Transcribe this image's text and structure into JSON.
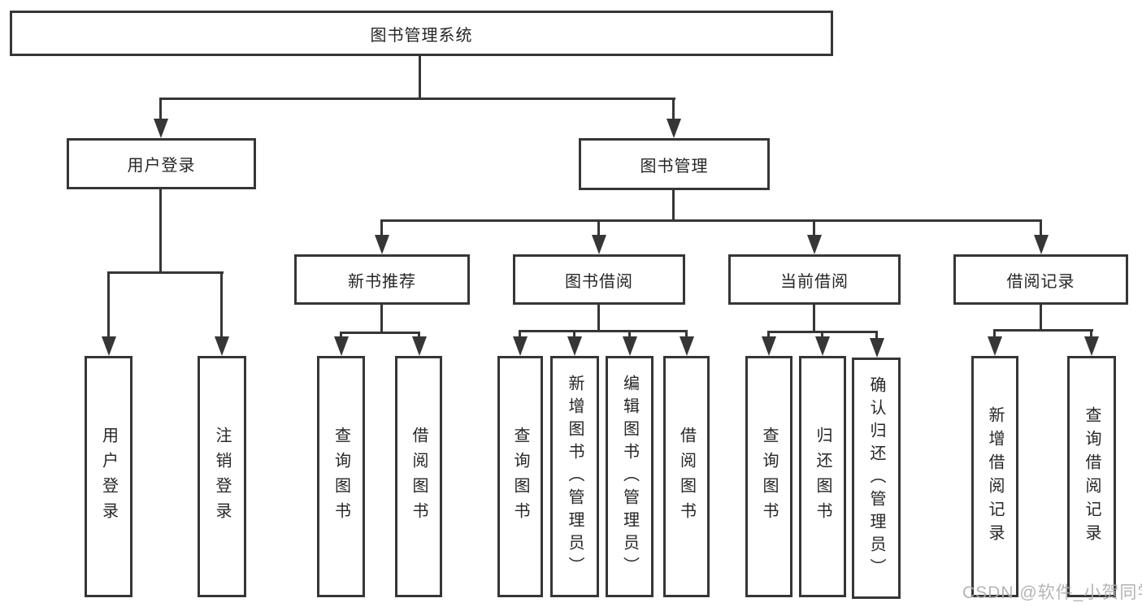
{
  "diagram": {
    "type": "org-tree",
    "root": {
      "label": "图书管理系统"
    },
    "branches": [
      {
        "label": "用户登录",
        "children": [
          {
            "label": "用户登录"
          },
          {
            "label": "注销登录"
          }
        ]
      },
      {
        "label": "图书管理",
        "children": [
          {
            "label": "新书推荐",
            "children": [
              {
                "label": "查询图书"
              },
              {
                "label": "借阅图书"
              }
            ]
          },
          {
            "label": "图书借阅",
            "children": [
              {
                "label": "查询图书"
              },
              {
                "label": "新增图书（管理员）"
              },
              {
                "label": "编辑图书（管理员）"
              },
              {
                "label": "借阅图书"
              }
            ]
          },
          {
            "label": "当前借阅",
            "children": [
              {
                "label": "查询图书"
              },
              {
                "label": "归还图书"
              },
              {
                "label": "确认归还（管理员）"
              }
            ]
          },
          {
            "label": "借阅记录",
            "children": [
              {
                "label": "新增借阅记录"
              },
              {
                "label": "查询借阅记录"
              }
            ]
          }
        ]
      }
    ]
  },
  "watermark": {
    "text": "CSDN @软件_小贺同学"
  },
  "colors": {
    "line": "#363636",
    "box_border": "#363636",
    "text": "#262626",
    "background": "#ffffff",
    "watermark": "#aeaeae"
  }
}
